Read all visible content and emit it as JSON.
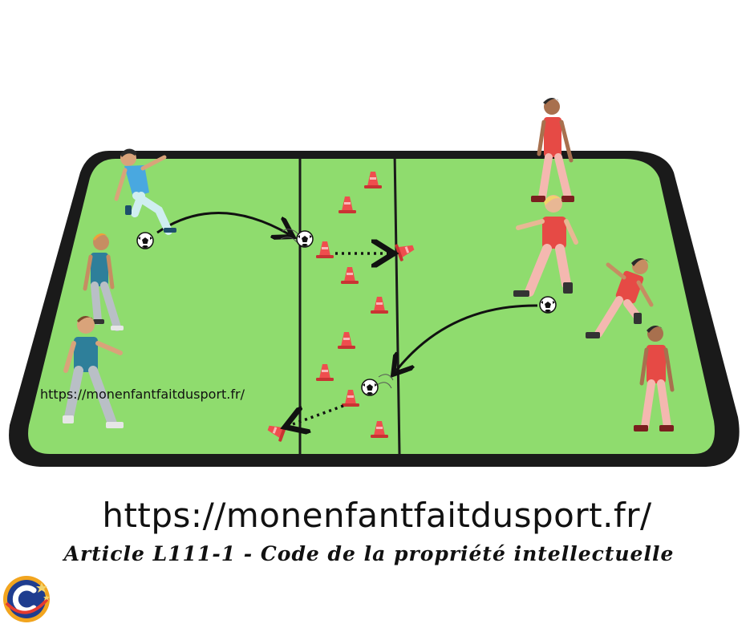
{
  "field_watermark": "https://monenfantfaitdusport.fr/",
  "site_url": "https://monenfantfaitdusport.fr/",
  "legal_notice": "Article L111-1 - Code de la propriété intellectuelle",
  "colors": {
    "pitch": "#8fdc6e",
    "pitch_border": "#1a1a1a",
    "cone": "#ef4e4e",
    "team_blue_shirt": "#2e7f9a",
    "team_red_shirt": "#e64a45",
    "pants_pink": "#f4b8b0",
    "pants_grey": "#b9bfc6"
  },
  "icons": [
    "copyright-logo-icon",
    "soccer-ball-icon",
    "training-cone-icon",
    "pass-arrow-icon"
  ]
}
